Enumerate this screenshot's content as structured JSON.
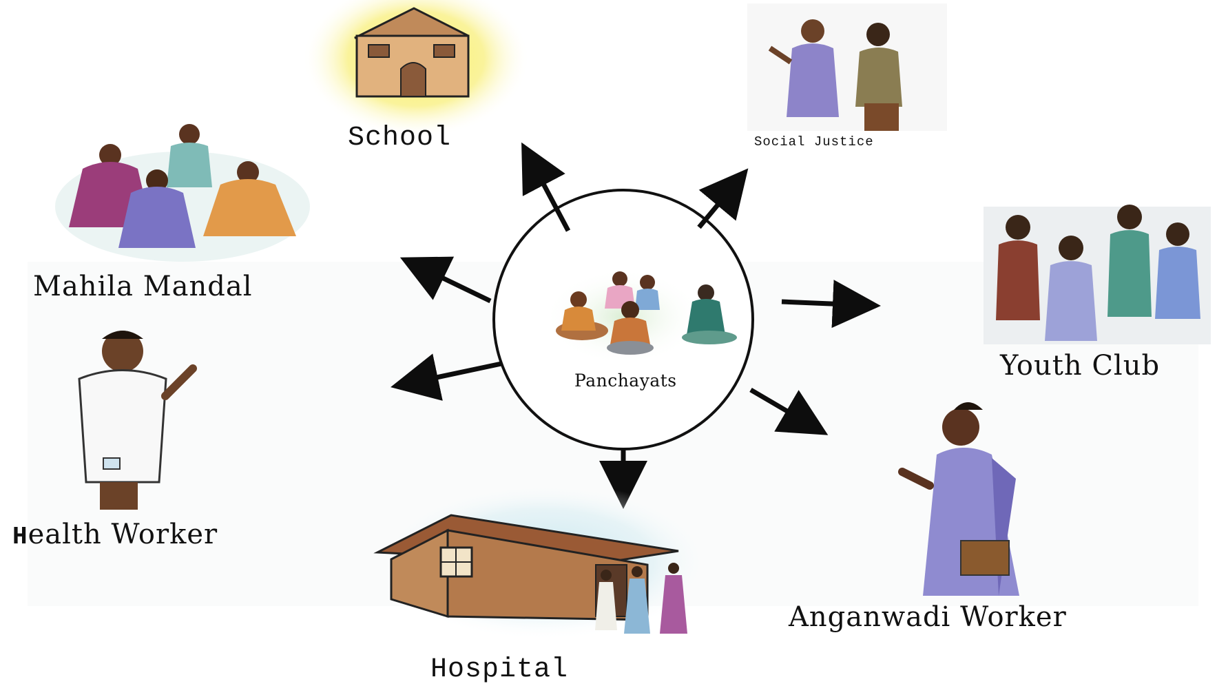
{
  "diagram": {
    "center": {
      "label": "Panchayats"
    },
    "nodes": [
      {
        "key": "school",
        "label": "School"
      },
      {
        "key": "social_justice",
        "label": "Social Justice"
      },
      {
        "key": "mahila_mandal",
        "label": "Mahila Mandal"
      },
      {
        "key": "youth_club",
        "label": "Youth Club"
      },
      {
        "key": "health_worker",
        "label_first": "H",
        "label_rest": "ealth Worker"
      },
      {
        "key": "anganwadi_worker",
        "label": "Anganwadi Worker"
      },
      {
        "key": "hospital",
        "label": "Hospital"
      }
    ]
  },
  "colors": {
    "background": "#ffffff",
    "arrow": "#0d0d0d",
    "circle_stroke": "#111111",
    "school_glow": "#f6e94a",
    "hospital_glow": "#9fd6e6",
    "building_wall": "#c08a5a",
    "roof": "#9a5a35"
  }
}
